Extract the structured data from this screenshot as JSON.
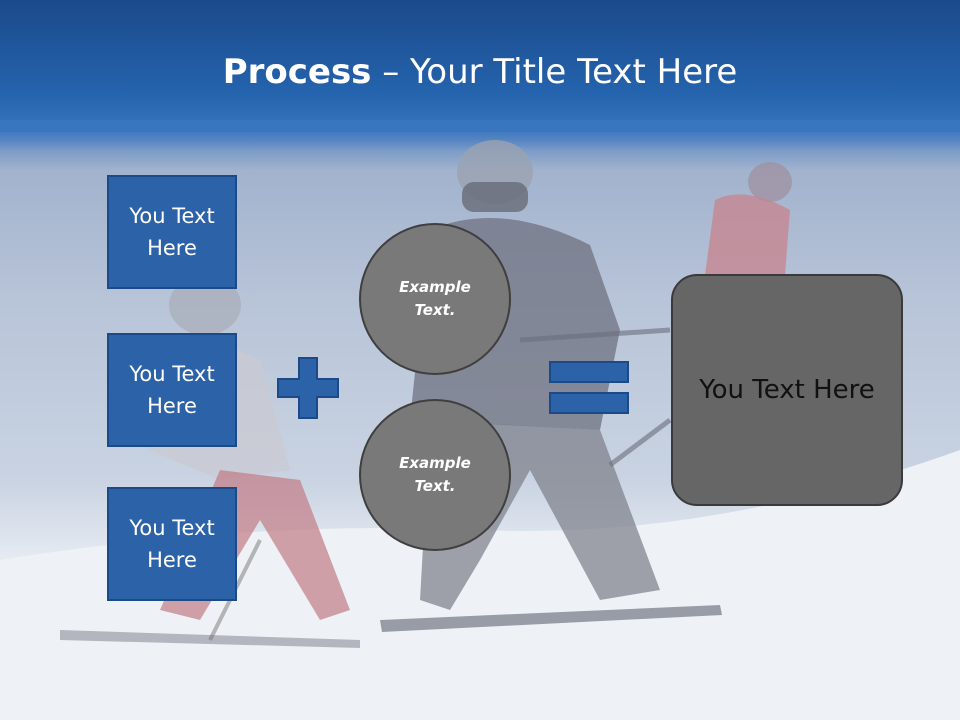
{
  "slide": {
    "title_bold": "Process",
    "title_rest": " – Your Title Text Here",
    "boxes": [
      "You Text Here",
      "You Text Here",
      "You Text Here"
    ],
    "circles": [
      "Example Text.",
      "Example Text."
    ],
    "result": "You Text Here",
    "operators": [
      "plus-icon",
      "equals-icon"
    ]
  },
  "colors": {
    "header": "#2463ad",
    "box_fill": "#2c62a8",
    "circle_fill": "#797979",
    "result_fill": "#666666"
  }
}
